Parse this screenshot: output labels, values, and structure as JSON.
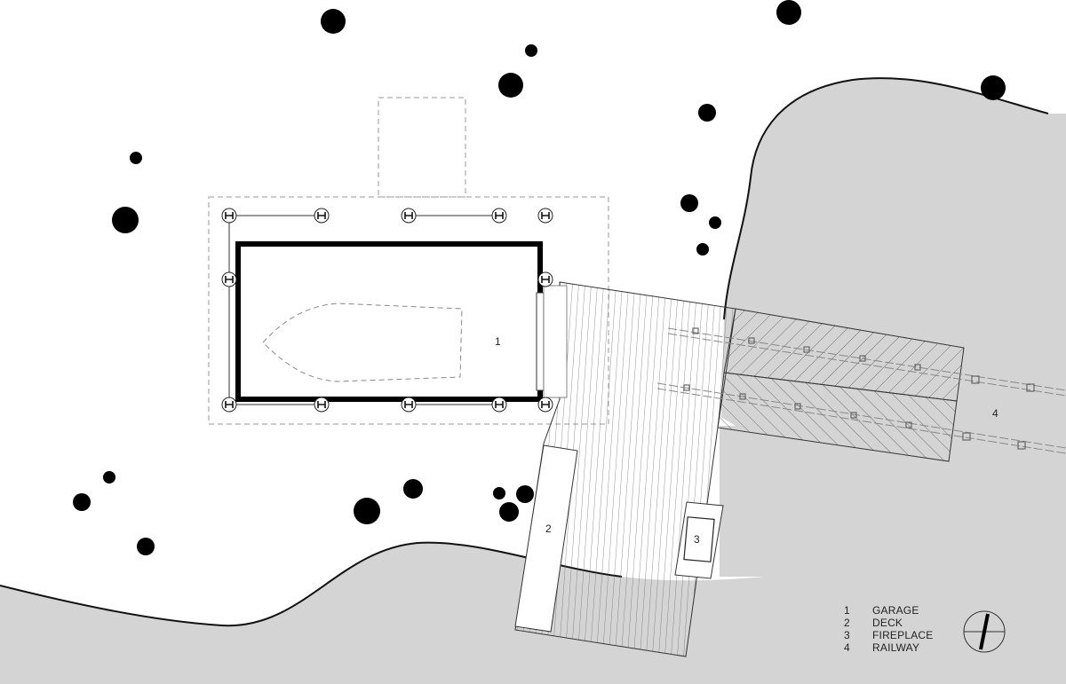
{
  "labels": {
    "garage": "1",
    "deck": "2",
    "fireplace": "3",
    "railway": "4"
  },
  "legend": [
    {
      "num": "1",
      "text": "GARAGE"
    },
    {
      "num": "2",
      "text": "DECK"
    },
    {
      "num": "3",
      "text": "FIREPLACE"
    },
    {
      "num": "4",
      "text": "RAILWAY"
    }
  ],
  "colors": {
    "water": "#d4d4d4",
    "line": "#111111",
    "dashed": "#9a9a9a",
    "tree": "#000000"
  },
  "icons": [
    "north-arrow-icon",
    "tree-icon",
    "column-icon"
  ]
}
